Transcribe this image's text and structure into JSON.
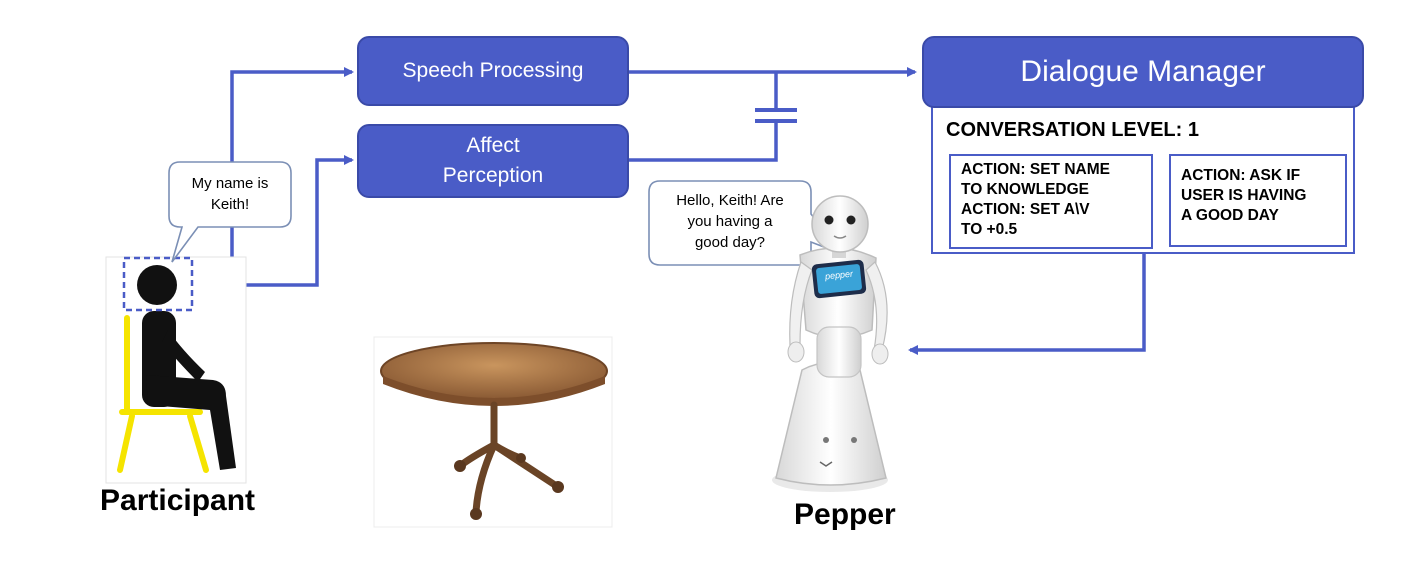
{
  "boxes": {
    "speech": "Speech Processing",
    "affect_line1": "Affect",
    "affect_line2": "Perception",
    "dialogue_manager": "Dialogue Manager"
  },
  "dialogue_manager": {
    "conversation_level": "CONVERSATION LEVEL: 1",
    "action_1": [
      "ACTION: SET NAME",
      "TO KNOWLEDGE",
      "ACTION: SET A\\V",
      "TO +0.5"
    ],
    "action_2": [
      "ACTION: ASK IF",
      "USER IS HAVING",
      "A GOOD DAY"
    ]
  },
  "bubbles": {
    "participant": [
      "My name is",
      "Keith!"
    ],
    "pepper": [
      "Hello, Keith! Are",
      "you having a",
      "good day?"
    ]
  },
  "labels": {
    "participant": "Participant",
    "pepper": "Pepper",
    "tablet": "pepper"
  },
  "colors": {
    "box_fill": "#4a5cc7",
    "arrow": "#4a5cc7",
    "chair": "#f5e400",
    "person": "#111111"
  }
}
